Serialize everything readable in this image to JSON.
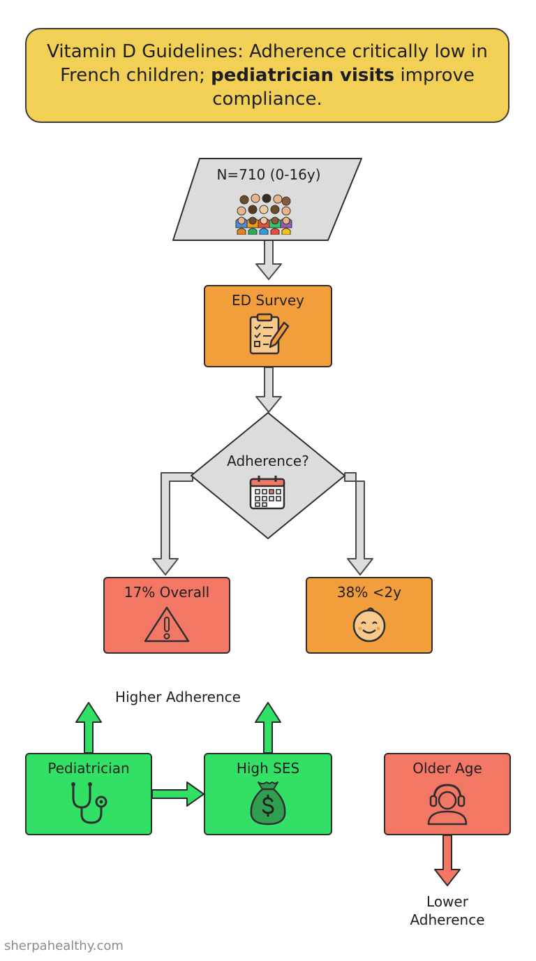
{
  "title": {
    "pre": "Vitamin D Guidelines: Adherence critically low in French children; ",
    "bold": "pediatrician visits",
    "post": " improve compliance."
  },
  "nodes": {
    "population": {
      "label": "N=710 (0-16y)",
      "icon": "people-group-icon"
    },
    "survey": {
      "label": "ED Survey",
      "icon": "clipboard-pencil-icon"
    },
    "decision": {
      "label": "Adherence?",
      "icon": "calendar-icon"
    },
    "overall": {
      "label": "17% Overall",
      "icon": "warning-triangle-icon"
    },
    "under2": {
      "label": "38% <2y",
      "icon": "baby-face-icon"
    },
    "pediatrician": {
      "label": "Pediatrician",
      "icon": "stethoscope-icon"
    },
    "high_ses": {
      "label": "High SES",
      "icon": "money-bag-icon"
    },
    "older_age": {
      "label": "Older Age",
      "icon": "person-headset-icon"
    }
  },
  "labels": {
    "higher": "Higher Adherence",
    "lower": "Lower Adherence"
  },
  "colors": {
    "title_bg": "#f2cf55",
    "neutral": "#dcdcdc",
    "orange": "#f29e3c",
    "red": "#f37765",
    "green": "#33e066"
  },
  "footer": "sherpahealthy.com"
}
